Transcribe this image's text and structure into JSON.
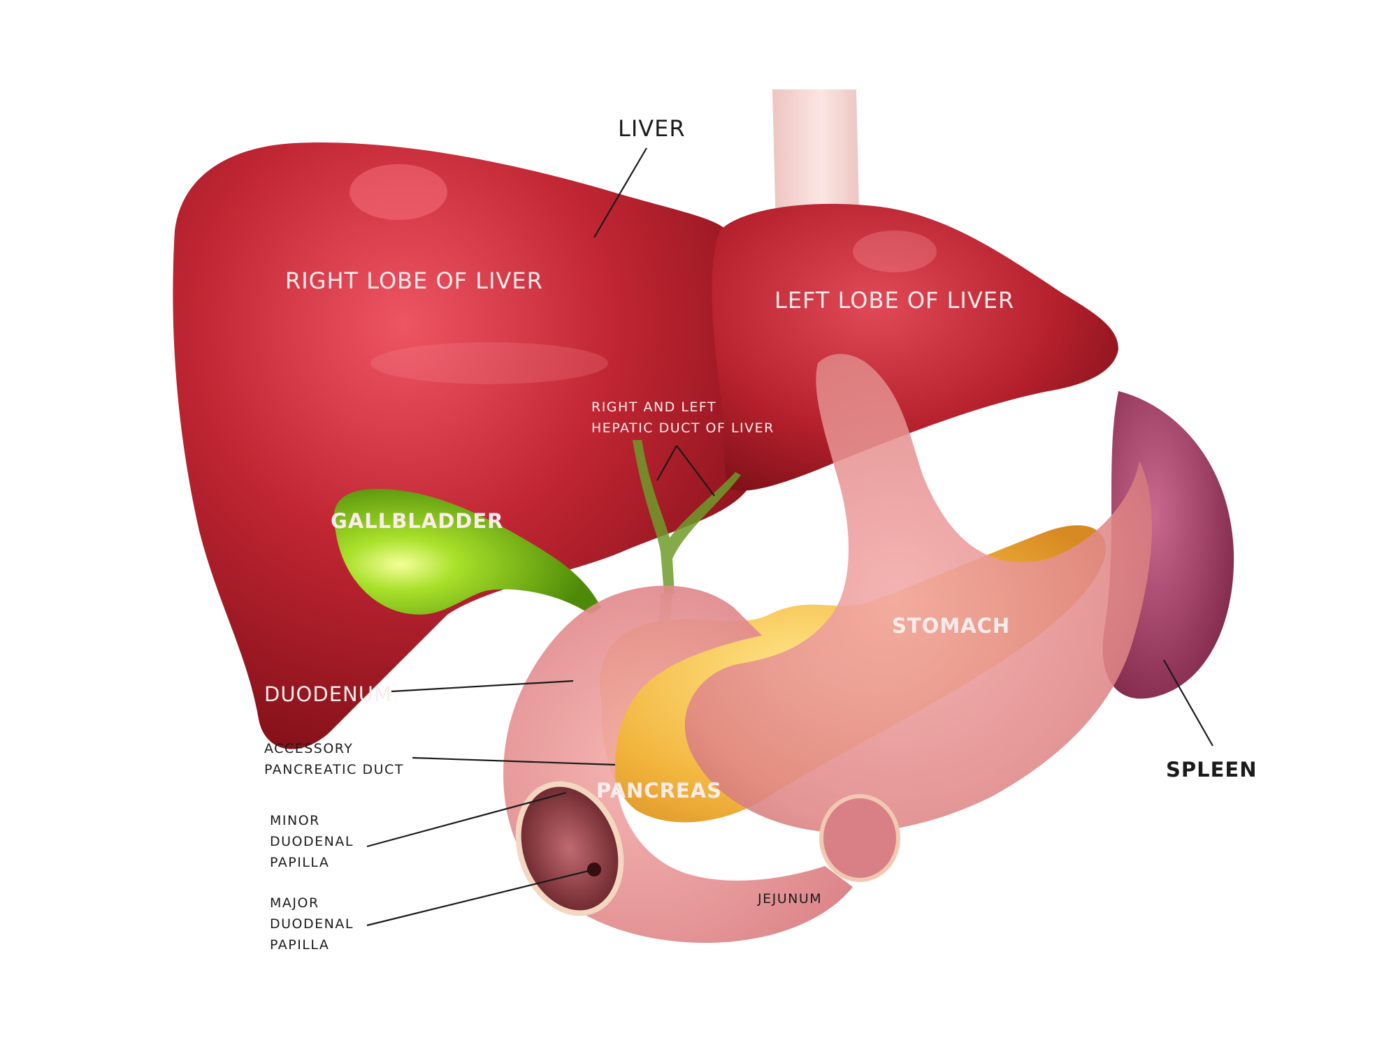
{
  "labels": {
    "liver": "LIVER",
    "right_lobe": "RIGHT LOBE OF LIVER",
    "left_lobe": "LEFT LOBE OF LIVER",
    "hepatic_duct_line1": "RIGHT AND LEFT",
    "hepatic_duct_line2": "HEPATIC DUCT OF LIVER",
    "gallbladder": "GALLBLADDER",
    "stomach": "STOMACH",
    "duodenum": "DUODENUM",
    "accessory_line1": "ACCESSORY",
    "accessory_line2": "PANCREATIC DUCT",
    "pancreas": "PANCREAS",
    "minor_line1": "MINOR",
    "minor_line2": "DUODENAL",
    "minor_line3": "PAPILLA",
    "major_line1": "MAJOR",
    "major_line2": "DUODENAL",
    "major_line3": "PAPILLA",
    "jejunum": "JEJUNUM",
    "spleen": "SPLEEN"
  },
  "colors": {
    "liver": "#b3202c",
    "liver_dark": "#6e0d14",
    "gallbladder": "#7fc81a",
    "stomach": "#e79a9a",
    "duodenum": "#e89898",
    "pancreas": "#f0b13a",
    "spleen": "#9c3c66",
    "esophagus": "#f2d2cf",
    "background": "#ffffff"
  }
}
